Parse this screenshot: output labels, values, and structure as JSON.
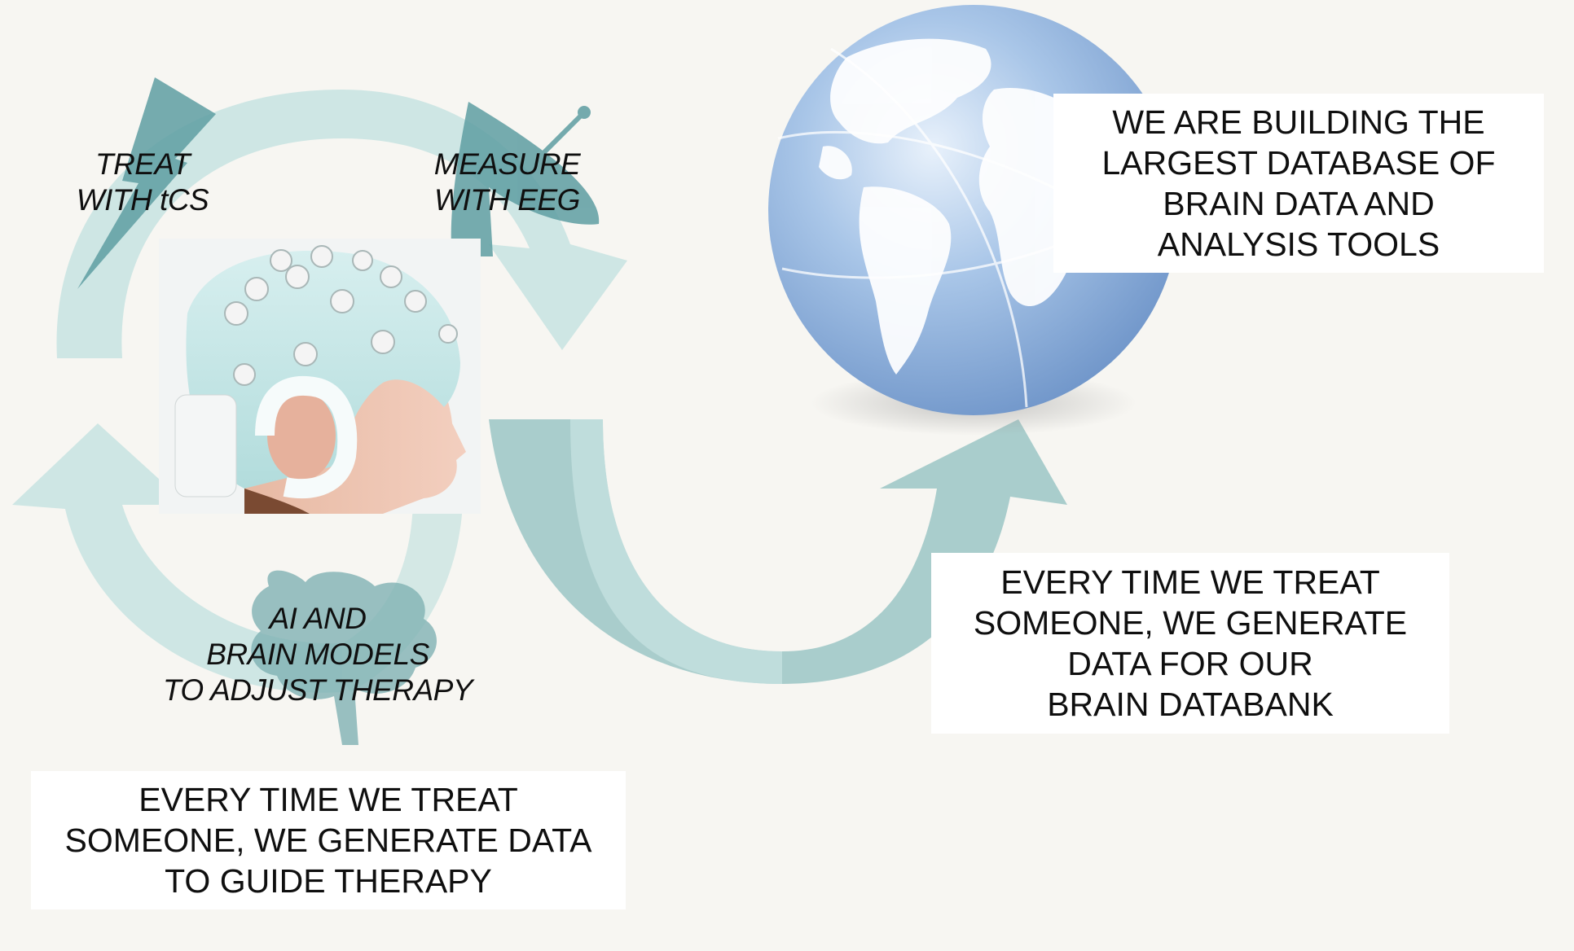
{
  "cycle_labels": {
    "treat": [
      "TREAT",
      "WITH tCS"
    ],
    "measure": [
      "MEASURE",
      "WITH EEG"
    ],
    "ai": [
      "AI AND",
      "BRAIN MODELS",
      "TO ADJUST THERAPY"
    ]
  },
  "boxes": {
    "database": [
      "WE ARE BUILDING THE",
      "LARGEST DATABASE OF",
      "BRAIN DATA AND",
      "ANALYSIS TOOLS"
    ],
    "databank": [
      "EVERY TIME WE TREAT",
      "SOMEONE, WE GENERATE",
      "DATA FOR OUR",
      "BRAIN DATABANK"
    ],
    "therapy": [
      "EVERY TIME WE TREAT",
      "SOMEONE, WE GENERATE DATA",
      "TO GUIDE THERAPY"
    ]
  },
  "colors": {
    "background": "#f7f6f2",
    "arrow_light": "#c9e4e2",
    "arrow_dark": "#7fb1b3",
    "globe_ocean": "#8fb2dc",
    "globe_land": "#ffffff",
    "cap": "#bfe3e3"
  },
  "icons": [
    "lightning-bolt-icon",
    "satellite-dish-icon",
    "brain-tree-icon",
    "globe-icon",
    "eeg-headset-photo"
  ]
}
